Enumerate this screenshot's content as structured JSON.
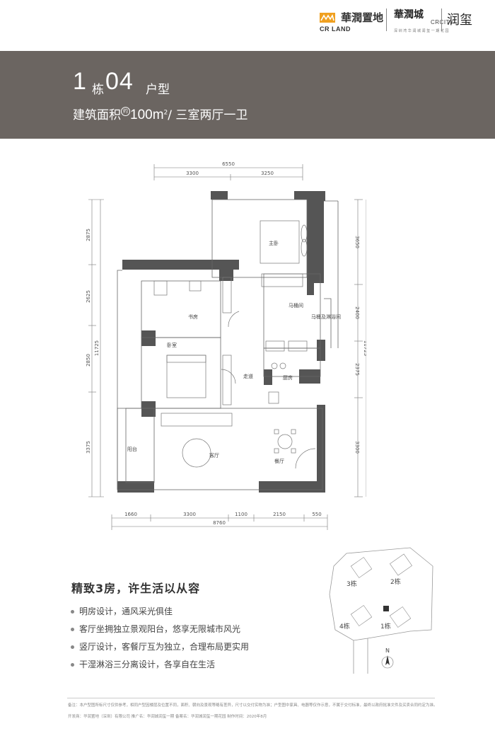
{
  "brand": {
    "developer_cn": "華潤置地",
    "developer_en": "CR LAND",
    "project_cn": "華潤城",
    "project_en": "CRCITY",
    "project_tagline": "深 圳 湾   华 润 城 润 玺 一 期 花 园",
    "phase_cn": "润玺"
  },
  "hero": {
    "unit_building": "1",
    "unit_building_word": "栋",
    "unit_code": "04",
    "unit_type_word": "户型",
    "area_label": "建筑面积",
    "area_approx": "约",
    "area_value": "100m",
    "area_sup": "2",
    "area_sep": "/",
    "layout": "三室两厅一卫",
    "bg_color": "#6b6561"
  },
  "floorplan": {
    "dims_top": [
      "6550",
      "3300",
      "3250"
    ],
    "dims_bottom": [
      "1660",
      "3300",
      "1100",
      "2150",
      "550",
      "8760"
    ],
    "dims_left": [
      "2875",
      "2625",
      "2850",
      "3375",
      "11725"
    ],
    "dims_right": [
      "3650",
      "2400",
      "2375",
      "3300",
      "11725"
    ],
    "rooms": {
      "master": "主卧",
      "toilet": "马桶间",
      "bath": "马桶及淋浴间",
      "study": "书房",
      "bedroom": "卧室",
      "corridor": "走道",
      "kitchen": "厨房",
      "balcony": "阳台",
      "living": "客厅",
      "dining": "餐厅"
    },
    "wall_color": "#555555"
  },
  "features": {
    "title": "精致3房，许生活以从容",
    "items": [
      "明房设计，通风采光俱佳",
      "客厅坐拥独立景观阳台，悠享无限城市风光",
      "竖厅设计，客餐厅互为独立，合理布局更实用",
      "干湿淋浴三分离设计，各享自在生活"
    ]
  },
  "siteplan": {
    "labels": [
      "3栋",
      "2栋",
      "4栋",
      "1栋"
    ],
    "north": "N"
  },
  "footer": {
    "line1": "备注：本户型图所标尺寸仅供参考，相同户型因楼层及位置不同，面积、朝向及景观等略有差异，尺寸以交付实物为准；户型图中家具、电器等仅作示意，不属于交付标准，最终以政府批准文件及买卖合同约定为准。",
    "line2": "开发商：华润置地（深圳）有限公司    推广名：华润城润玺一期    备案名：华润城润玺一期花园    制作时间：2020年8月"
  }
}
